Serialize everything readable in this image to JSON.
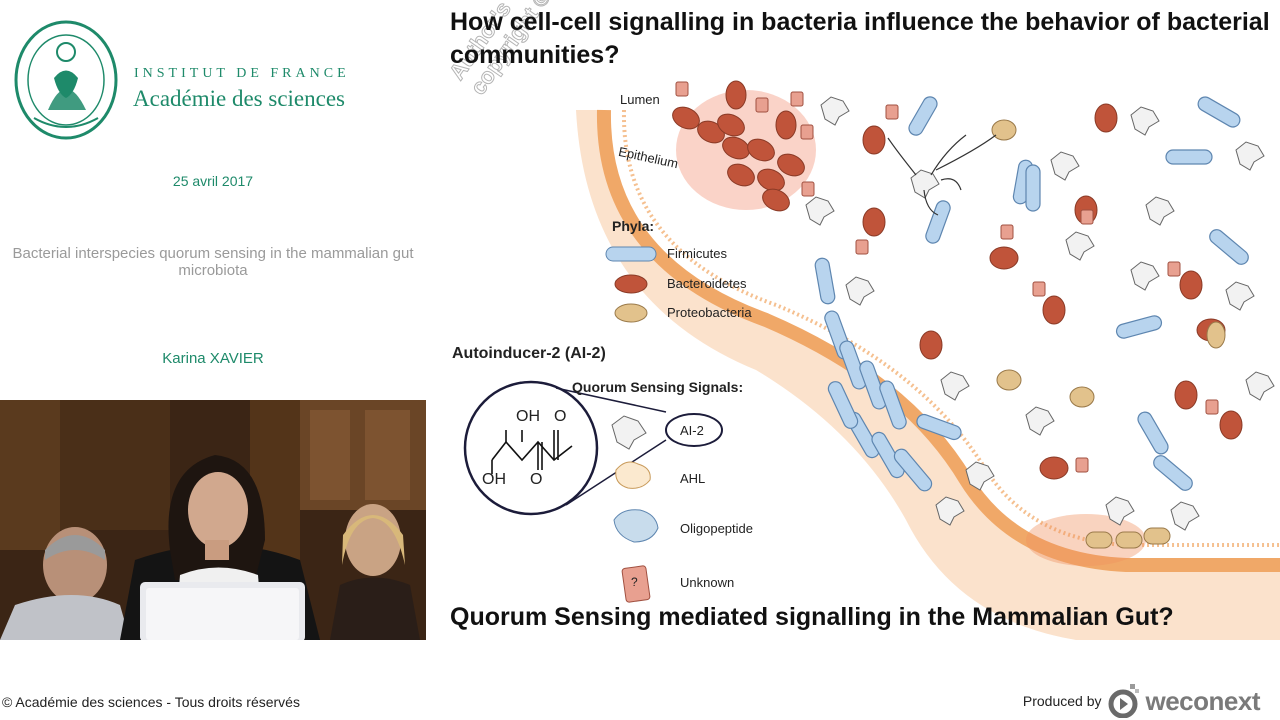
{
  "header": {
    "institute_line1": "INSTITUT DE FRANCE",
    "institute_line2": "Académie des sciences"
  },
  "talk": {
    "date": "25 avril 2017",
    "title": "Bacterial interspecies quorum sensing in the mammalian gut microbiota",
    "speaker": "Karina XAVIER"
  },
  "slide": {
    "title": "How cell-cell signalling in bacteria influence the behavior of bacterial communities?",
    "bottom_title": "Quorum Sensing mediated signalling in the Mammalian Gut?",
    "watermark_line1": "Author's",
    "watermark_line2": "copyright ©",
    "lumen_label": "Lumen",
    "epithelium_label": "Epithelium",
    "phyla_title": "Phyla:",
    "phyla": [
      "Firmicutes",
      "Bacteroidetes",
      "Proteobacteria"
    ],
    "ai2_title": "Autoinducer-2 (AI-2)",
    "qs_title": "Quorum Sensing Signals:",
    "signals": [
      "AI-2",
      "AHL",
      "Oligopeptide",
      "Unknown"
    ],
    "molecule": {
      "oh1": "OH",
      "o1": "O",
      "oh2": "OH",
      "o2": "O"
    },
    "unknown_mark": "?"
  },
  "footer": {
    "copyright": "© Académie des sciences - Tous droits réservés",
    "produced_by": "Produced by",
    "brand": "weconext"
  },
  "colors": {
    "academy_green": "#1e8a6a",
    "firmicutes": "#a8c8e8",
    "bacteroidetes": "#c8583e",
    "proteobacteria": "#d9b27a",
    "epithelium": "#f2b27a"
  }
}
